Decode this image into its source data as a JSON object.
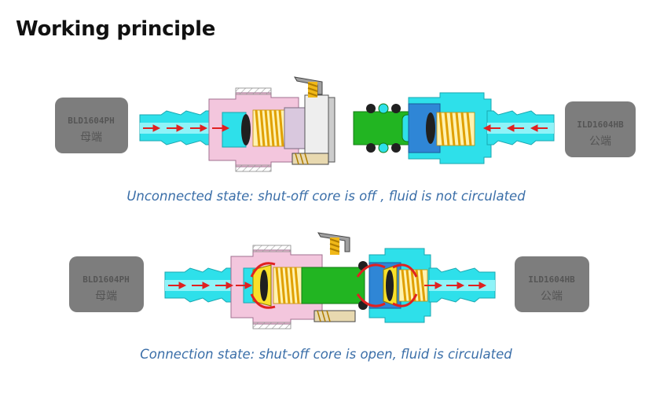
{
  "title": "Working principle",
  "colors": {
    "cyan": "#2ee0ea",
    "pink": "#f3c6dd",
    "blue": "#2f86d6",
    "green": "#22b522",
    "spring": "#f0b818",
    "arrow": "#e02020",
    "caption": "#3a6ea8",
    "tag": "#7d7d7d"
  },
  "unconnected": {
    "caption": "Unconnected state: shut-off core is off , fluid is not circulated",
    "female_tag": {
      "model": "BLD1604PH",
      "label": "母端"
    },
    "male_tag": {
      "model": "ILD1604HB",
      "label": "公端"
    }
  },
  "connected": {
    "caption": "Connection state: shut-off core is open, fluid is circulated",
    "female_tag": {
      "model": "BLD1604PH",
      "label": "母端"
    },
    "male_tag": {
      "model": "ILD1604HB",
      "label": "公端"
    }
  }
}
